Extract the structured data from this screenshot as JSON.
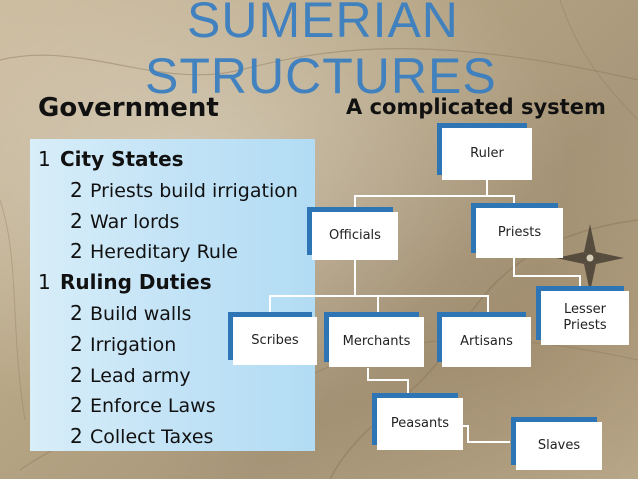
{
  "title": {
    "line1": "SUMERIAN",
    "line2": "STRUCTURES"
  },
  "left_heading": "Government",
  "right_heading": "A complicated system",
  "outline": [
    {
      "num": "1",
      "text": "City States",
      "level": 1
    },
    {
      "num": "2",
      "text": "Priests build irrigation",
      "level": 2
    },
    {
      "num": "2",
      "text": "War lords",
      "level": 2
    },
    {
      "num": "2",
      "text": "Hereditary Rule",
      "level": 2
    },
    {
      "num": "1",
      "text": "Ruling Duties",
      "level": 1
    },
    {
      "num": "2",
      "text": "Build walls",
      "level": 2
    },
    {
      "num": "2",
      "text": "Irrigation",
      "level": 2
    },
    {
      "num": "2",
      "text": "Lead army",
      "level": 2
    },
    {
      "num": "2",
      "text": "Enforce Laws",
      "level": 2
    },
    {
      "num": "2",
      "text": "Collect Taxes",
      "level": 2
    }
  ],
  "hierarchy": {
    "ruler": "Ruler",
    "officials": "Officials",
    "priests": "Priests",
    "lesser_priests": "Lesser Priests",
    "scribes": "Scribes",
    "merchants": "Merchants",
    "artisans": "Artisans",
    "peasants": "Peasants",
    "slaves": "Slaves"
  },
  "colors": {
    "title": "#3a7fc1",
    "box_accent": "#2e75b6",
    "panel": "#c3e3f6"
  }
}
